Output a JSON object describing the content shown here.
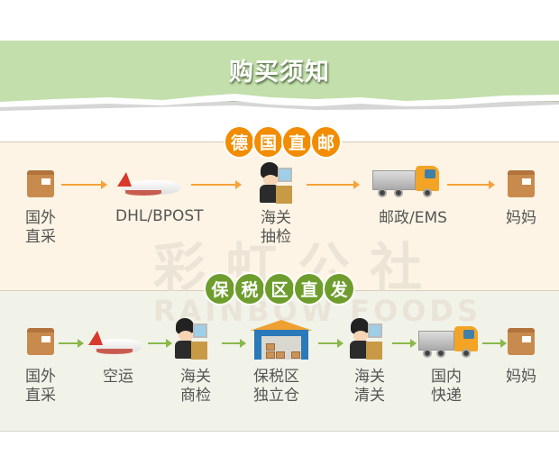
{
  "header": {
    "title": "购买须知"
  },
  "watermark": {
    "cn": "彩虹公社",
    "en": "RAINBOW FOODS"
  },
  "section1": {
    "badge": [
      "德",
      "国",
      "直",
      "邮"
    ],
    "steps": [
      {
        "icon": "package-box-icon",
        "label": "国外\n直采"
      },
      {
        "icon": "airplane-icon",
        "label": "DHL/BPOST"
      },
      {
        "icon": "customs-officer-icon",
        "label": "海关\n抽检"
      },
      {
        "icon": "delivery-truck-icon",
        "label": "邮政/EMS"
      },
      {
        "icon": "package-box-icon",
        "label": "妈妈"
      }
    ],
    "arrow_color": "#f5a33a"
  },
  "section2": {
    "badge": [
      "保",
      "税",
      "区",
      "直",
      "发"
    ],
    "steps": [
      {
        "icon": "package-box-icon",
        "label": "国外\n直采"
      },
      {
        "icon": "airplane-icon",
        "label": "空运"
      },
      {
        "icon": "customs-officer-icon",
        "label": "海关\n商检"
      },
      {
        "icon": "warehouse-icon",
        "label": "保税区\n独立仓"
      },
      {
        "icon": "customs-officer-icon",
        "label": "海关\n清关"
      },
      {
        "icon": "delivery-truck-icon",
        "label": "国内\n快递"
      },
      {
        "icon": "package-box-icon",
        "label": "妈妈"
      }
    ],
    "arrow_color": "#8ab84a"
  }
}
